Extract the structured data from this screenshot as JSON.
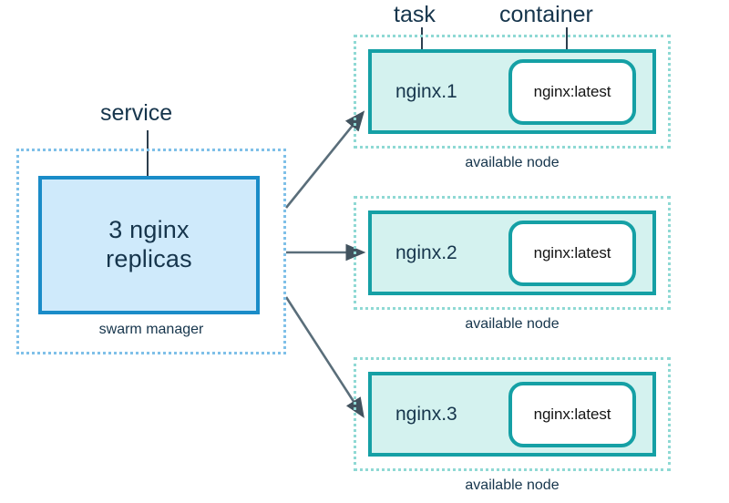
{
  "diagram": {
    "title": "docker swarm service task container diagram",
    "colors": {
      "service_fill": "#cfeafb",
      "service_border": "#1a8cc8",
      "manager_boundary": "#7fc0e8",
      "task_fill": "#d4f2ef",
      "task_border": "#15a0a5",
      "node_boundary": "#8fd9d4",
      "container_fill": "#ffffff",
      "text": "#16354c",
      "arrow": "#5a6e7a",
      "background": "#ffffff"
    }
  },
  "callouts": {
    "service": "service",
    "task": "task",
    "container": "container"
  },
  "manager": {
    "caption": "swarm manager",
    "service_line1": "3 nginx",
    "service_line2": "replicas"
  },
  "nodes": [
    {
      "task_label": "nginx.1",
      "container_label": "nginx:latest",
      "caption": "available node"
    },
    {
      "task_label": "nginx.2",
      "container_label": "nginx:latest",
      "caption": "available node"
    },
    {
      "task_label": "nginx.3",
      "container_label": "nginx:latest",
      "caption": "available node"
    }
  ]
}
